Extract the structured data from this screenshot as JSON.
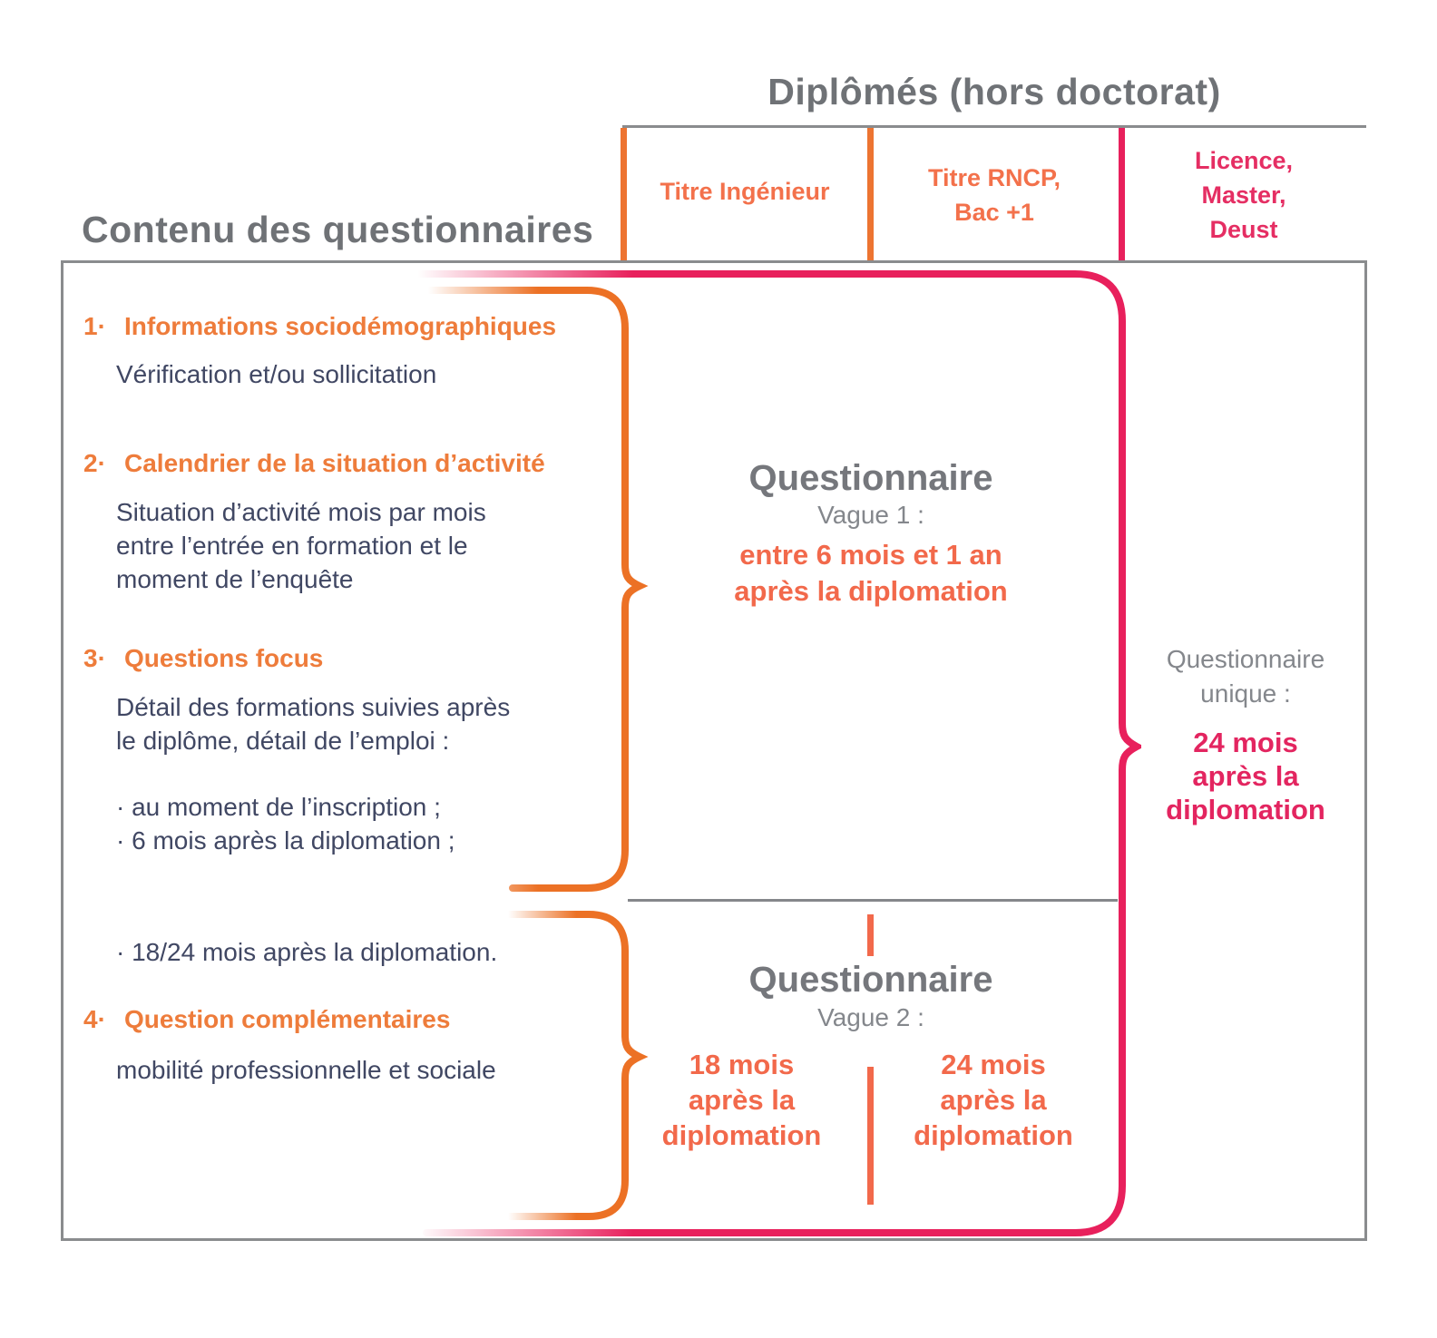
{
  "title": "Diplômés (hors doctorat)",
  "left_title": "Contenu des questionnaires",
  "header": {
    "columns": [
      {
        "label": "Titre Ingénieur"
      },
      {
        "label": "Titre RNCP,\nBac +1"
      },
      {
        "label": "Licence,\nMaster,\nDeust"
      }
    ]
  },
  "content": {
    "items": [
      {
        "num": "1·",
        "title": "Informations sociodémographiques",
        "body": "Vérification et/ou sollicitation"
      },
      {
        "num": "2·",
        "title": "Calendrier de la situation d’activité",
        "body": "Situation d’activité mois par mois\nentre l’entrée en formation et le\nmoment de l’enquête"
      },
      {
        "num": "3·",
        "title": "Questions focus",
        "body": "Détail des formations suivies après\nle diplôme, détail de l’emploi :",
        "bullets": "· au moment de l’inscription ;\n· 6 mois après la diplomation ;"
      },
      {
        "num": "4·",
        "title": "Question complémentaires",
        "body": "mobilité professionnelle et sociale"
      }
    ],
    "late_bullet": "· 18/24 mois après la diplomation."
  },
  "vague1": {
    "heading": "Questionnaire",
    "subheading": "Vague 1 :",
    "timing": "entre 6 mois et 1 an\naprès la diplomation"
  },
  "vague2": {
    "heading": "Questionnaire",
    "subheading": "Vague 2 :",
    "left_timing": "18 mois\naprès la\ndiplomation",
    "right_timing": "24 mois\naprès la\ndiplomation"
  },
  "unique": {
    "heading": "Questionnaire\nunique :",
    "timing": "24 mois\naprès la\ndiplomation"
  },
  "colors": {
    "orange_bracket": "#ec7125",
    "orange_text": "#ee7c3b",
    "salmon_text": "#f2694b",
    "orange_column": "#f3714b",
    "pink_bracket": "#e8205c",
    "pink_column": "#e52e63",
    "pink_text": "#e32560",
    "gray_heading": "#6f7276",
    "gray_sub": "#84878c",
    "navy_body": "#404763",
    "border_gray": "#8a8c8e"
  }
}
